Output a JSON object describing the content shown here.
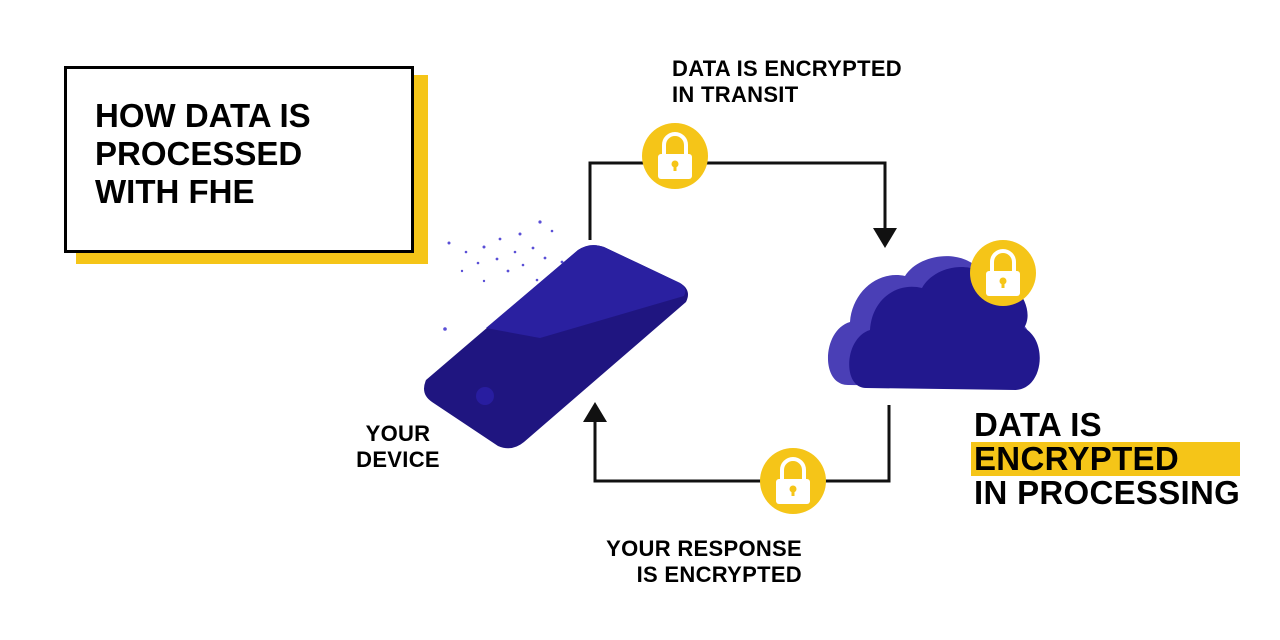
{
  "title": {
    "line1": "HOW DATA IS",
    "line2": "PROCESSED",
    "line3": "WITH FHE"
  },
  "labels": {
    "transit": {
      "line1": "DATA IS ENCRYPTED",
      "line2": "IN TRANSIT"
    },
    "device": {
      "line1": "YOUR",
      "line2": "DEVICE"
    },
    "response": {
      "line1": "YOUR RESPONSE",
      "line2": "IS ENCRYPTED"
    },
    "processing": {
      "line1": "DATA IS",
      "line2": "ENCRYPTED",
      "line3": "IN PROCESSING"
    }
  },
  "colors": {
    "accent_yellow": "#f5c518",
    "device_blue": "#231a8c",
    "cloud_blue": "#2a209a",
    "text": "#000000"
  },
  "icons": [
    "lock-icon",
    "smartphone-icon",
    "cloud-icon",
    "arrow-down-icon",
    "arrow-up-icon"
  ]
}
